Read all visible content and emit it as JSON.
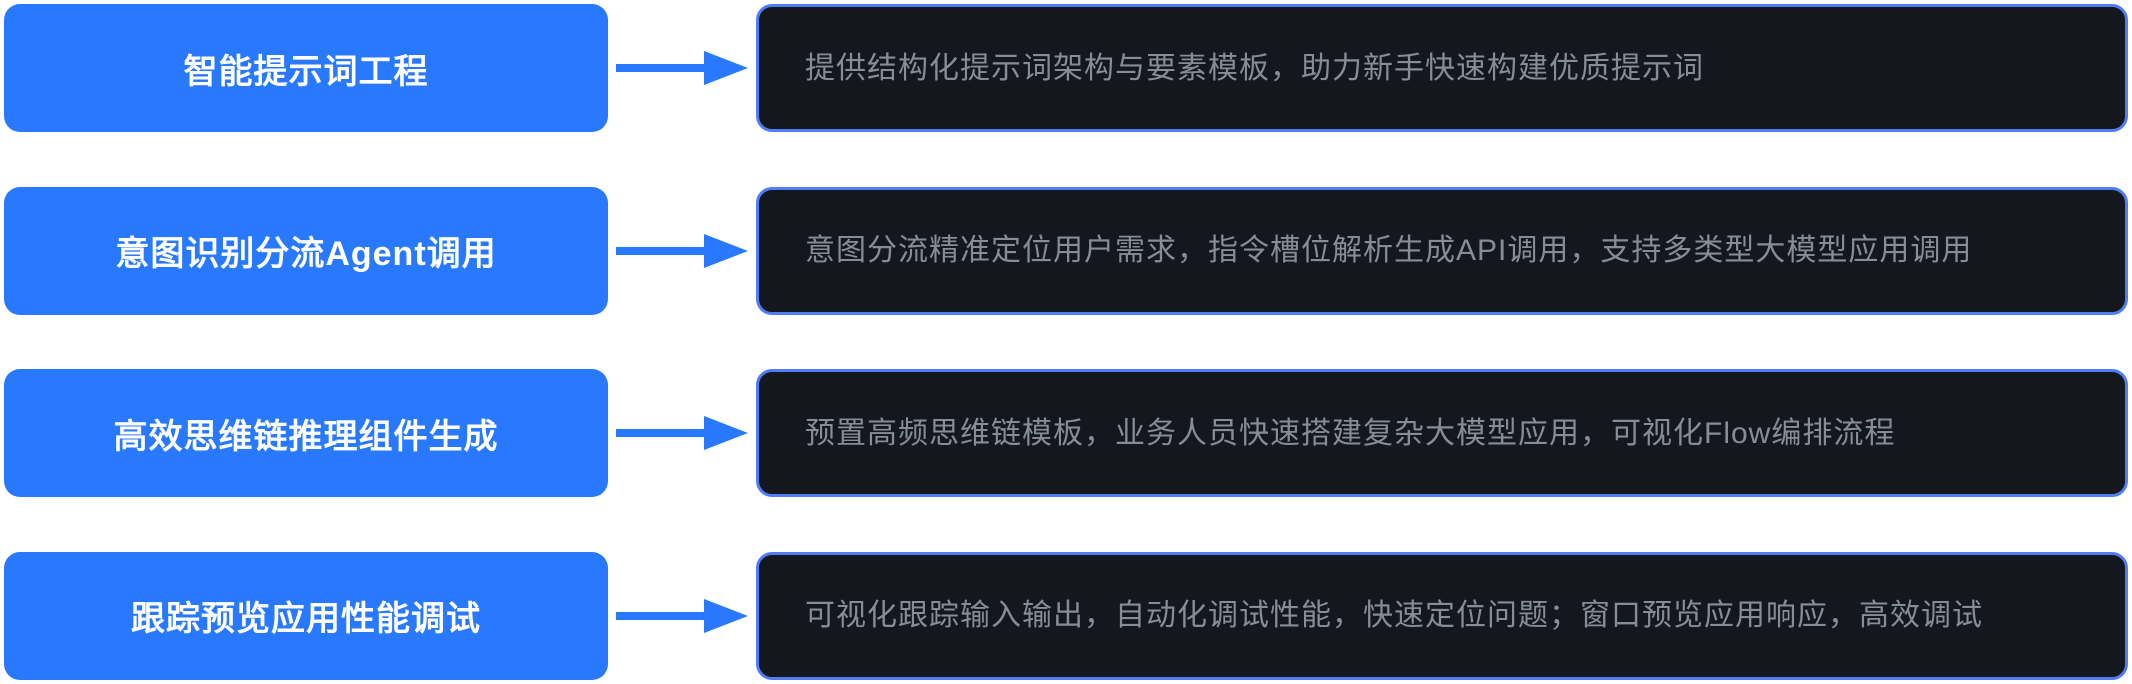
{
  "colors": {
    "accent": "#2979ff",
    "dark-bg": "#15171e",
    "border-blue": "#4e7df6",
    "desc-gray": "#878d96",
    "title-white": "#ffffff",
    "page-bg": "#ffffff"
  },
  "rows": [
    {
      "title": "智能提示词工程",
      "description": "提供结构化提示词架构与要素模板，助力新手快速构建优质提示词"
    },
    {
      "title": "意图识别分流Agent调用",
      "description": "意图分流精准定位用户需求，指令槽位解析生成API调用，支持多类型大模型应用调用"
    },
    {
      "title": "高效思维链推理组件生成",
      "description": "预置高频思维链模板，业务人员快速搭建复杂大模型应用，可视化Flow编排流程"
    },
    {
      "title": "跟踪预览应用性能调试",
      "description": "可视化跟踪输入输出，自动化调试性能，快速定位问题；窗口预览应用响应，高效调试"
    }
  ]
}
